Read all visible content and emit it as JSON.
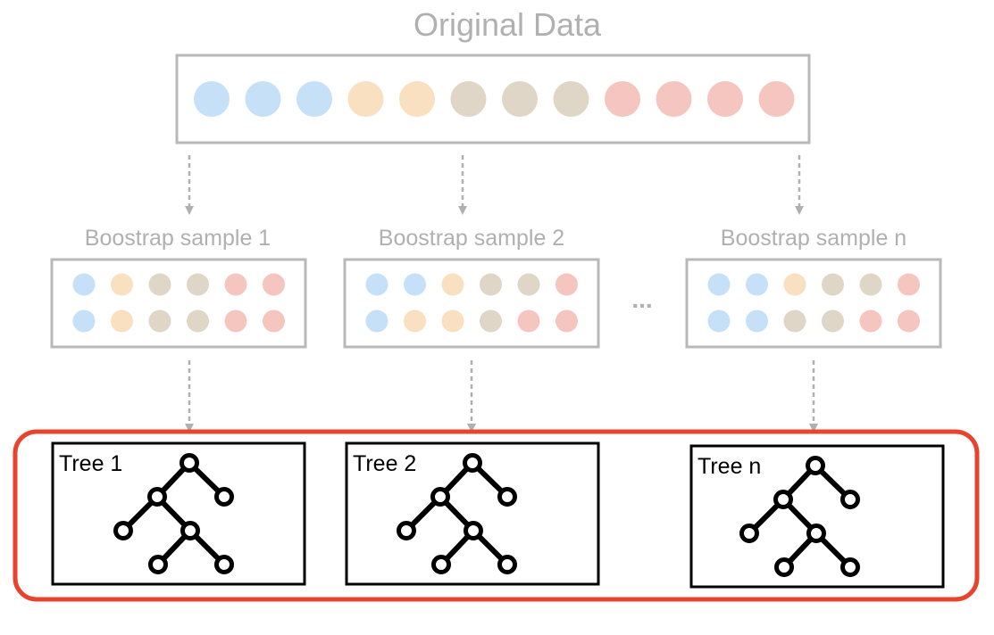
{
  "title": "Original Data",
  "colors": {
    "text_gray": "#b0b0b0",
    "box_gray": "#b8b8b8",
    "arrow_gray": "#b0b0b0",
    "highlight_red": "#e8432d",
    "tree_black": "#000000",
    "dot_blue": "#c6e0f8",
    "dot_orange": "#f8e0c0",
    "dot_tan": "#e0d6c8",
    "dot_red": "#f5c5c0"
  },
  "original_data": {
    "dots": [
      "blue",
      "blue",
      "blue",
      "orange",
      "orange",
      "tan",
      "tan",
      "tan",
      "red",
      "red",
      "red",
      "red"
    ]
  },
  "samples": [
    {
      "label": "Boostrap sample 1",
      "rows": [
        [
          "blue",
          "orange",
          "tan",
          "tan",
          "red",
          "red"
        ],
        [
          "blue",
          "orange",
          "tan",
          "tan",
          "red",
          "red"
        ]
      ]
    },
    {
      "label": "Boostrap sample 2",
      "rows": [
        [
          "blue",
          "blue",
          "orange",
          "tan",
          "tan",
          "red"
        ],
        [
          "blue",
          "orange",
          "orange",
          "tan",
          "red",
          "red"
        ]
      ]
    },
    {
      "label": "Boostrap sample n",
      "rows": [
        [
          "blue",
          "blue",
          "orange",
          "tan",
          "tan",
          "red"
        ],
        [
          "blue",
          "blue",
          "tan",
          "tan",
          "red",
          "red"
        ]
      ]
    }
  ],
  "ellipsis": "...",
  "trees": [
    {
      "label": "Tree 1"
    },
    {
      "label": "Tree 2"
    },
    {
      "label": "Tree n"
    }
  ]
}
